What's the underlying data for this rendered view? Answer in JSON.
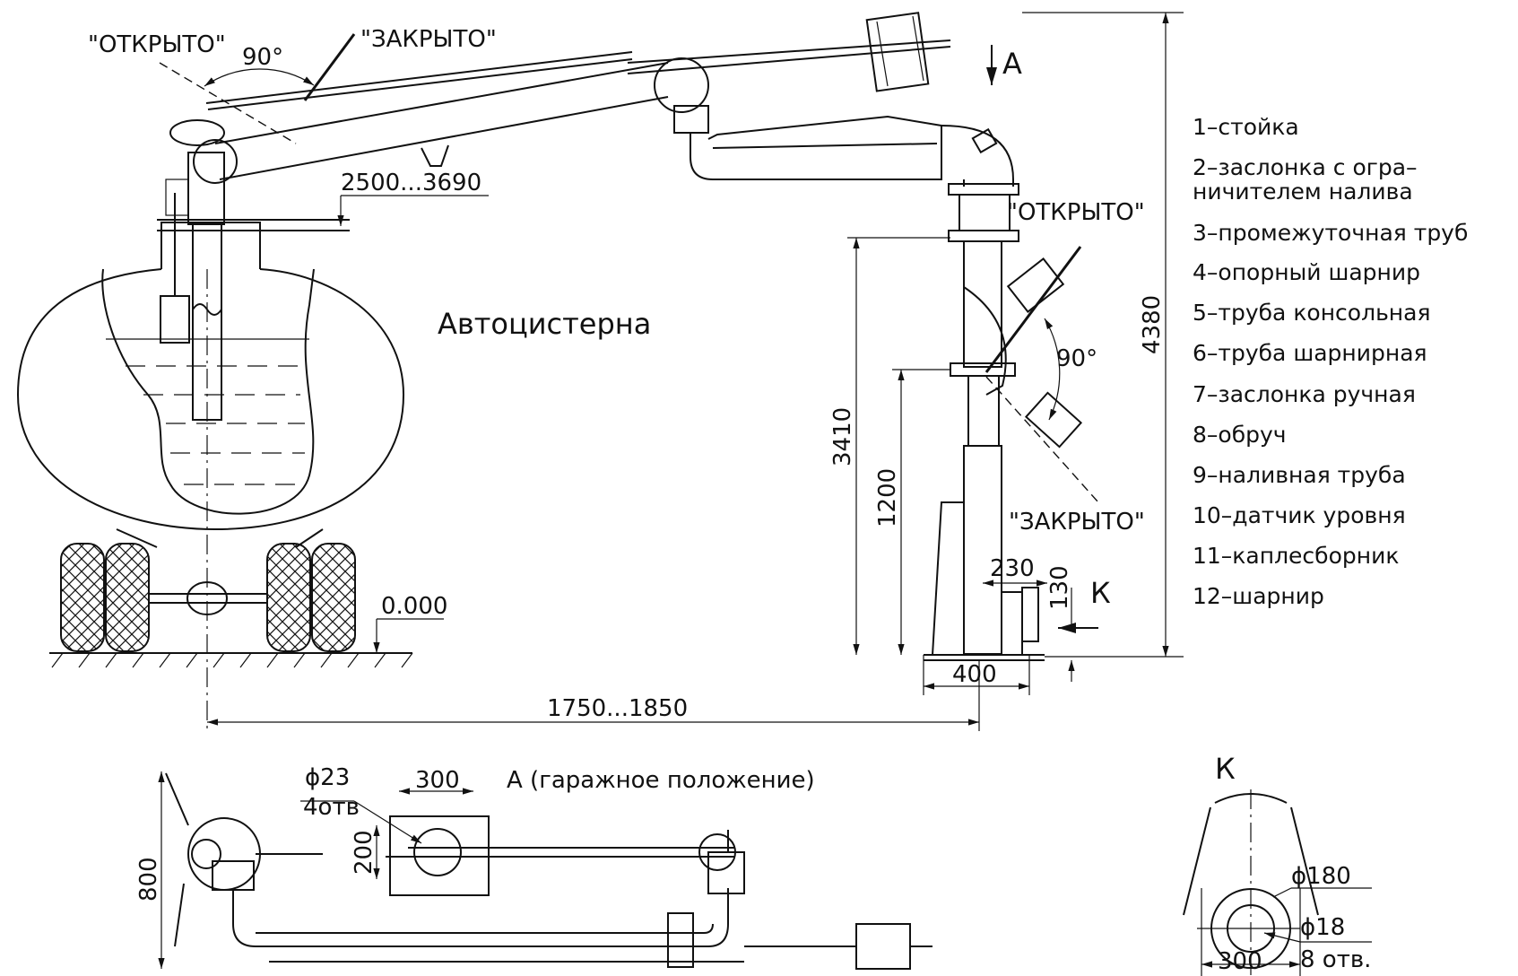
{
  "labels": {
    "open_left": "\"ОТКРЫТО\"",
    "closed_left": "\"ЗАКРЫТО\"",
    "angle_left": "90°",
    "open_right": "\"ОТКРЫТО\"",
    "closed_right": "\"ЗАКРЫТО\"",
    "angle_right": "90°",
    "view_a_arrow": "А",
    "tank": "Автоцистерна",
    "view_a_title": "А (гаражное положение)",
    "view_k_title": "К",
    "view_k_arrow": "К",
    "holes_left_dia": "ϕ23",
    "holes_left_count": "4отв",
    "holes_k_dia": "ϕ18",
    "holes_k_count": "8 отв.",
    "flange_k_dia": "ϕ180"
  },
  "dimensions": {
    "height_range": "2500...3690",
    "ground_level": "0.000",
    "total_height": "4380",
    "h_3410": "3410",
    "h_1200": "1200",
    "w_230": "230",
    "h_130": "130",
    "w_400": "400",
    "reach": "1750...1850",
    "plan_300": "300",
    "plan_200": "200",
    "plan_800": "800",
    "k_300": "300"
  },
  "legend": [
    "1–стойка",
    "2–заслонка с огра–",
    "ничителем налива",
    "3–промежуточная труб",
    "4–опорный шарнир",
    "5–труба консольная",
    "6–труба шарнирная",
    "7–заслонка ручная",
    "8–обруч",
    "9–наливная труба",
    "10–датчик уровня",
    "11–каплесборник",
    "12–шарнир"
  ]
}
